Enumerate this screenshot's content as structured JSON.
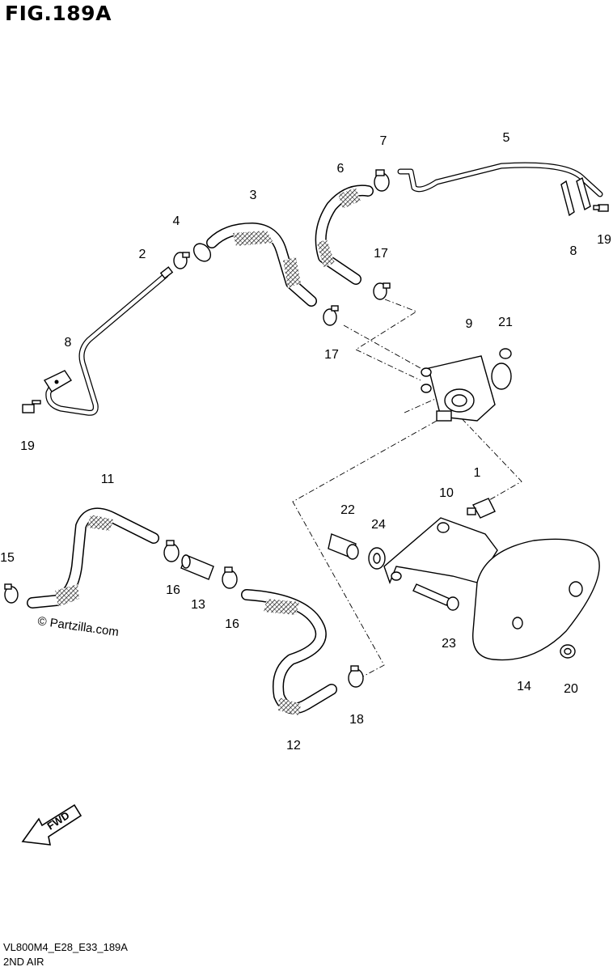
{
  "figure": {
    "title": "FIG.189A",
    "code": "VL800M4_E28_E33_189A",
    "name": "2ND AIR",
    "watermark": "© Partzilla.com",
    "fwd_label": "FWD"
  },
  "callouts": [
    {
      "id": "c1",
      "label": "1"
    },
    {
      "id": "c2",
      "label": "2"
    },
    {
      "id": "c3",
      "label": "3"
    },
    {
      "id": "c4",
      "label": "4"
    },
    {
      "id": "c5",
      "label": "5"
    },
    {
      "id": "c6",
      "label": "6"
    },
    {
      "id": "c7",
      "label": "7"
    },
    {
      "id": "c8a",
      "label": "8"
    },
    {
      "id": "c8b",
      "label": "8"
    },
    {
      "id": "c9",
      "label": "9"
    },
    {
      "id": "c10",
      "label": "10"
    },
    {
      "id": "c11",
      "label": "11"
    },
    {
      "id": "c12",
      "label": "12"
    },
    {
      "id": "c13",
      "label": "13"
    },
    {
      "id": "c14",
      "label": "14"
    },
    {
      "id": "c15",
      "label": "15"
    },
    {
      "id": "c16a",
      "label": "16"
    },
    {
      "id": "c16b",
      "label": "16"
    },
    {
      "id": "c17a",
      "label": "17"
    },
    {
      "id": "c17b",
      "label": "17"
    },
    {
      "id": "c18",
      "label": "18"
    },
    {
      "id": "c19a",
      "label": "19"
    },
    {
      "id": "c19b",
      "label": "19"
    },
    {
      "id": "c20",
      "label": "20"
    },
    {
      "id": "c21",
      "label": "21"
    },
    {
      "id": "c22",
      "label": "22"
    },
    {
      "id": "c23",
      "label": "23"
    },
    {
      "id": "c24",
      "label": "24"
    }
  ]
}
